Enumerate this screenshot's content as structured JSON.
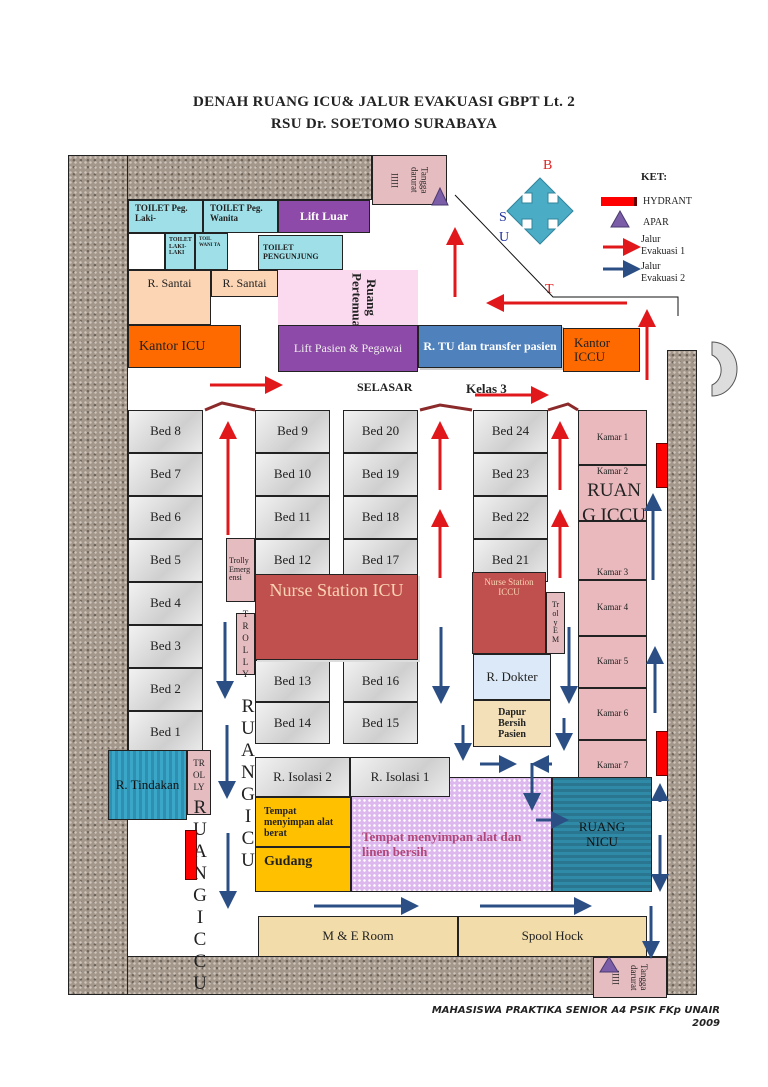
{
  "title": {
    "line1": "DENAH RUANG ICU& JALUR EVAKUASI GBPT Lt. 2",
    "line2": "RSU Dr. SOETOMO SURABAYA"
  },
  "compass": {
    "north": "B",
    "west": "S",
    "east": "U",
    "south": "T"
  },
  "legend": {
    "heading": "KET:",
    "hydrant": "HYDRANT",
    "apar": "APAR",
    "route1": "Jalur Evakuasi 1",
    "route2": "Jalur Evakuasi 2",
    "colors": {
      "hydrant": "#ff0000",
      "route1": "#e0181c",
      "route2": "#2b4f85",
      "apar": "#7b5ea7"
    }
  },
  "rooms": {
    "tangga_top": "Tangga darurat",
    "tangga_bottom": "Tangga darurat",
    "stair_marks": "IIIII",
    "toilet_peg_laki": "TOILET Peg. Laki-",
    "toilet_peg_wanita": "TOILET Peg. Wanita",
    "lift_luar": "Lift Luar",
    "toilet_laki": "TOILET LAKI-LAKI",
    "toilet_wanita": "TOIL WANI TA",
    "toilet_pengunjung": "TOILET PENGUNJUNG",
    "santai_1": "R. Santai",
    "santai_2": "R. Santai",
    "ruang_pertemuan": "Ruang Pertemuan",
    "kantor_icu": "Kantor ICU",
    "lift_pasien": "Lift Pasien & Pegawai",
    "r_tu": "R. TU dan transfer pasien",
    "kantor_iccu": "Kantor ICCU",
    "selasar": "SELASAR",
    "kelas3": "Kelas 3",
    "nurse_icu": "Nurse Station ICU",
    "nurse_iccu": "Nurse Station ICCU",
    "trolly_emergensi": "Trolly Emergensi",
    "trolly": "TROLLY",
    "trolly_em": "Troly EM",
    "trolly_tindakan": "TROLLY",
    "r_dokter": "R. Dokter",
    "dapur": "Dapur Bersih Pasien",
    "ruang_iccu": "RUANG ICCU",
    "ruang_icu_label": "RUANG ICU",
    "ruang_iccu_label": "RUANG ICCU",
    "r_tindakan": "R. Tindakan",
    "isolasi_2": "R. Isolasi 2",
    "isolasi_1": "R. Isolasi 1",
    "alat_berat": "Tempat menyimpan alat berat",
    "gudang": "Gudang",
    "linen": "Tempat menyimpan alat dan linen bersih",
    "nicu": "RUANG NICU",
    "me_room": "M & E Room",
    "spool_hock": "Spool Hock"
  },
  "beds_col1": [
    "Bed 8",
    "Bed 7",
    "Bed 6",
    "Bed 5",
    "Bed 4",
    "Bed 3",
    "Bed 2",
    "Bed 1"
  ],
  "beds_col2_top": [
    "Bed 9",
    "Bed 10",
    "Bed 11",
    "Bed 12"
  ],
  "beds_col2_bottom": [
    "Bed 13",
    "Bed 14"
  ],
  "beds_col3_top": [
    "Bed 20",
    "Bed 19",
    "Bed 18",
    "Bed 17"
  ],
  "beds_col3_bottom": [
    "Bed 16",
    "Bed 15"
  ],
  "beds_col4": [
    "Bed 24",
    "Bed 23",
    "Bed 22",
    "Bed 21"
  ],
  "kamar": [
    "Kamar 1",
    "Kamar 2",
    "Kamar 3",
    "Kamar 4",
    "Kamar 5",
    "Kamar 6",
    "Kamar 7"
  ],
  "footer": {
    "line1": "MAHASISWA  PRAKTIKA SENIOR  A4 PSIK FKp UNAIR",
    "line2": "2009"
  }
}
